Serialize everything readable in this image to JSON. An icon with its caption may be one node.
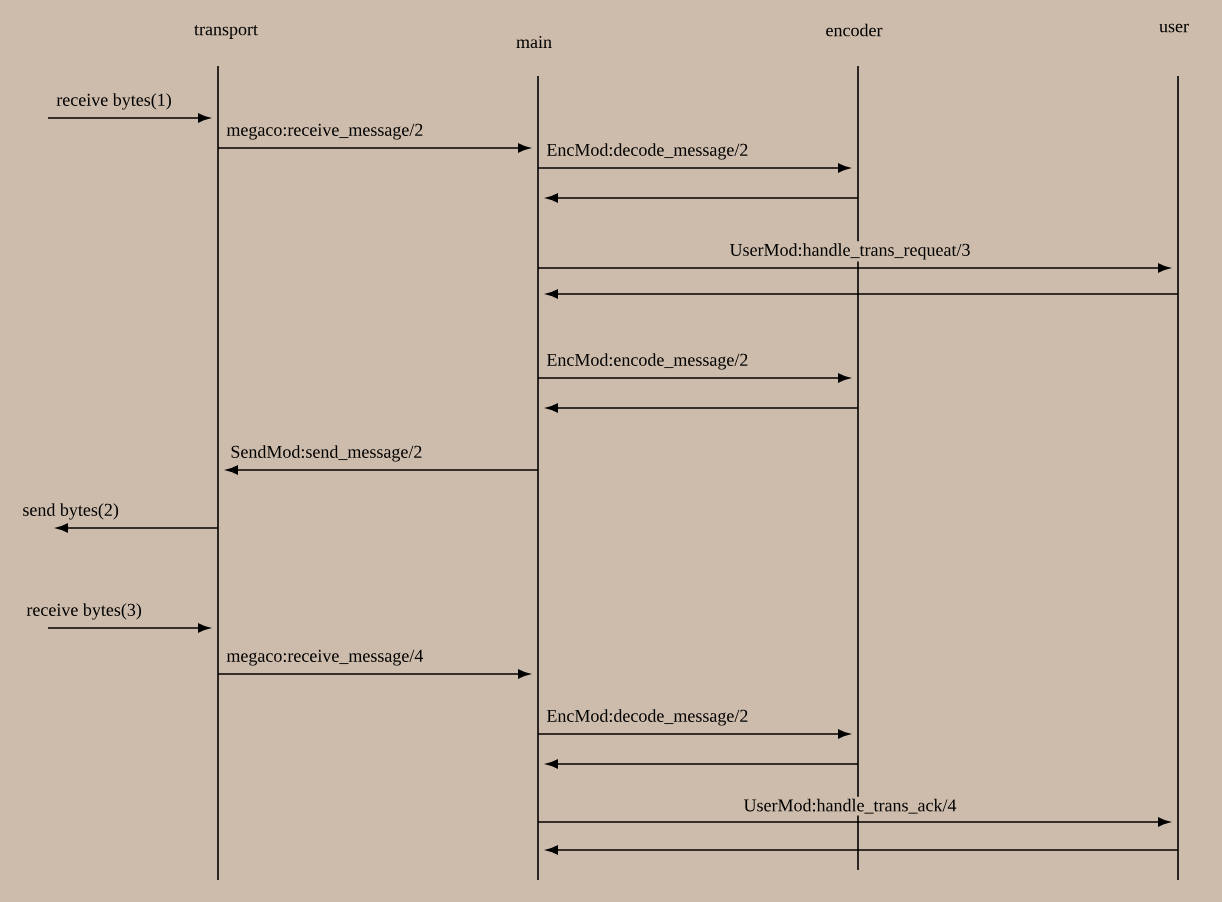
{
  "diagram": {
    "nodes": [
      {
        "text": [],
        "shape": "line",
        "beside": [
          "transport"
        ]
      },
      {
        "text": [],
        "shape": "line",
        "beside": [
          "main"
        ]
      },
      {
        "text": [],
        "shape": "line",
        "beside": [
          "encoder"
        ]
      },
      {
        "text": [],
        "shape": "line",
        "beside": [
          "user"
        ]
      }
    ],
    "edges": [
      {
        "from": null,
        "to": 0,
        "arrow": "to",
        "label": "receive bytes(1)"
      },
      {
        "from": 0,
        "to": 1,
        "arrow": "to",
        "label": "megaco:receive_message/2"
      },
      {
        "from": 1,
        "to": 2,
        "arrow": "to",
        "label": "EncMod:decode_message/2"
      },
      {
        "from": 2,
        "to": 1,
        "arrow": "to"
      },
      {
        "from": 1,
        "to": 3,
        "arrow": "to",
        "label": "UserMod:handle_trans_requeat/3"
      },
      {
        "from": 3,
        "to": 1,
        "arrow": "to"
      },
      {
        "from": 1,
        "to": 2,
        "arrow": "to",
        "label": "EncMod:encode_message/2"
      },
      {
        "from": 2,
        "to": 1,
        "arrow": "to"
      },
      {
        "from": 1,
        "to": 0,
        "arrow": "to",
        "label": "SendMod:send_message/2"
      },
      {
        "from": 0,
        "to": null,
        "arrow": "to",
        "label": "send bytes(2)"
      },
      {
        "from": null,
        "to": 0,
        "arrow": "to",
        "label": "receive bytes(3)"
      },
      {
        "from": 0,
        "to": 1,
        "arrow": "to",
        "label": "megaco:receive_message/4"
      },
      {
        "from": 1,
        "to": 2,
        "arrow": "to",
        "label": "EncMod:decode_message/2"
      },
      {
        "from": 2,
        "to": 1,
        "arrow": "to"
      },
      {
        "from": 1,
        "to": 3,
        "arrow": "to",
        "label": "UserMod:handle_trans_ack/4"
      },
      {
        "from": 3,
        "to": 1,
        "arrow": "to"
      }
    ]
  }
}
